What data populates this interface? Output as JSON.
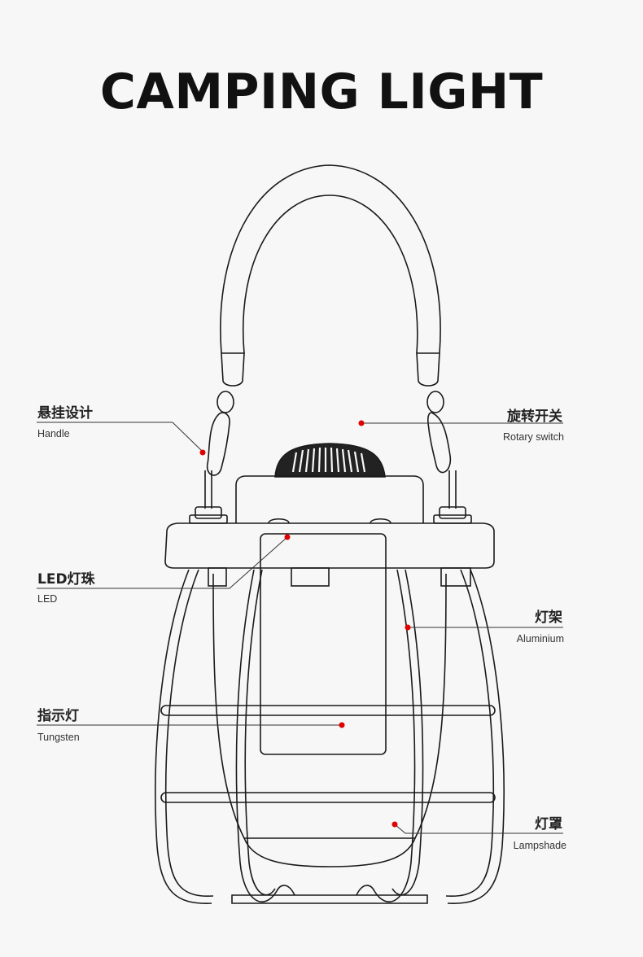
{
  "title": "CAMPING LIGHT",
  "callouts": {
    "handle": {
      "zh": "悬挂设计",
      "en": "Handle"
    },
    "rotary_switch": {
      "zh": "旋转开关",
      "en": "Rotary switch"
    },
    "led": {
      "zh": "LED灯珠",
      "en": "LED"
    },
    "aluminium": {
      "zh": "灯架",
      "en": "Aluminium"
    },
    "tungsten": {
      "zh": "指示灯",
      "en": "Tungsten"
    },
    "lampshade": {
      "zh": "灯罩",
      "en": "Lampshade"
    }
  },
  "colors": {
    "marker": "#e00000",
    "line": "#1a1a1a",
    "background": "#f7f7f7"
  }
}
